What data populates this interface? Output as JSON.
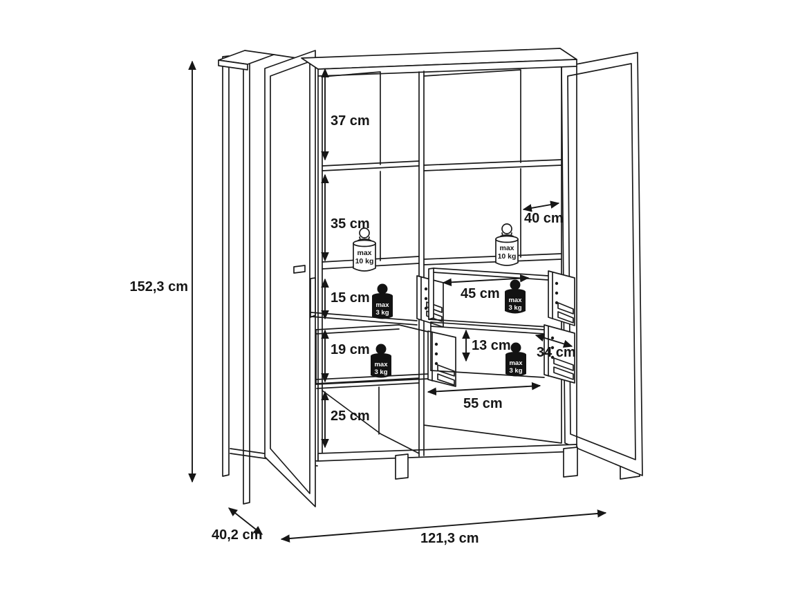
{
  "colors": {
    "background": "#ffffff",
    "line": "#1a1a1a"
  },
  "labels": {
    "height": "152,3 cm",
    "depth": "40,2 cm",
    "width": "121,3 cm",
    "top_compartment": "37 cm",
    "middle_compartment": "35 cm",
    "drawer_opening_15": "15 cm",
    "drawer_opening_19": "19 cm",
    "bottom_compartment": "25 cm",
    "interior_depth": "40 cm",
    "drawer_width": "45 cm",
    "drawer_height": "13 cm",
    "drawer_depth": "34 cm",
    "bottom_opening_width": "55 cm"
  },
  "badges": {
    "max": "max",
    "shelf_load": "10 kg",
    "drawer_load": "3 kg"
  }
}
